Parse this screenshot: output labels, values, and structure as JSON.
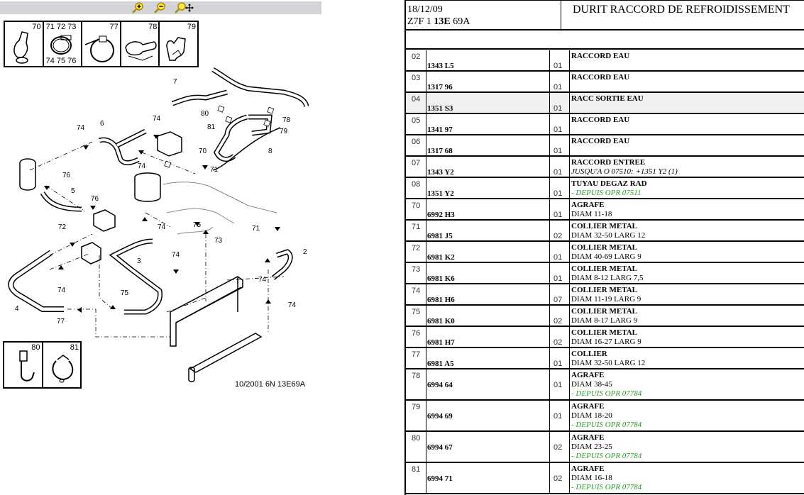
{
  "toolbar": {
    "zoom_in_icon": "zoom-in",
    "zoom_out_icon": "zoom-out",
    "zoom_pan_icon": "zoom-pan"
  },
  "legend_top": [
    {
      "nums_top": "70",
      "nums_bottom": ""
    },
    {
      "nums_top": "71  72  73",
      "nums_bottom": "74  75  76"
    },
    {
      "nums_top": "77",
      "nums_bottom": ""
    },
    {
      "nums_top": "78",
      "nums_bottom": ""
    },
    {
      "nums_top": "79",
      "nums_bottom": ""
    }
  ],
  "legend_bottom": [
    {
      "nums_top": "80"
    },
    {
      "nums_top": "81"
    }
  ],
  "diagram": {
    "caption": "10/2001   6N 13E69A",
    "callouts": [
      "7",
      "80",
      "81",
      "78",
      "79",
      "8",
      "6",
      "74",
      "74",
      "74",
      "70",
      "71",
      "76",
      "5",
      "76",
      "72",
      "74",
      "75",
      "73",
      "71",
      "2",
      "74",
      "3",
      "74",
      "75",
      "74",
      "4",
      "77"
    ]
  },
  "header": {
    "date": "18/12/09",
    "code_prefix": "Z7F 1 ",
    "code_bold": "13E",
    "code_suffix": " 69A",
    "title": "DURIT RACCORD DE REFROIDISSEMENT"
  },
  "colors": {
    "note_green": "#2a9a2a",
    "highlight_row": "#f0f0f0"
  },
  "parts": [
    {
      "num": "02",
      "ref": "1343 L5",
      "qty": "01",
      "title": "RACCORD EAU",
      "lines": []
    },
    {
      "num": "03",
      "ref": "1317 96",
      "qty": "01",
      "title": "RACCORD EAU",
      "lines": []
    },
    {
      "num": "04",
      "ref": "1351 S3",
      "qty": "01",
      "title": "RACC SORTIE EAU",
      "lines": [],
      "highlight": true
    },
    {
      "num": "05",
      "ref": "1341 97",
      "qty": "01",
      "title": "RACCORD EAU",
      "lines": []
    },
    {
      "num": "06",
      "ref": "1317 68",
      "qty": "01",
      "title": "RACCORD EAU",
      "lines": []
    },
    {
      "num": "07",
      "ref": "1343 Y2",
      "qty": "01",
      "title": "RACCORD ENTREE",
      "lines": [
        {
          "text": "JUSQU'A O 07510:  +1351 Y2 (1)",
          "style": "note"
        }
      ]
    },
    {
      "num": "08",
      "ref": "1351 Y2",
      "qty": "01",
      "title": "TUYAU DEGAZ RAD",
      "lines": [
        {
          "text": "- DEPUIS OPR 07511",
          "style": "green"
        }
      ]
    },
    {
      "num": "70",
      "ref": "6992 H3",
      "qty": "01",
      "title": "AGRAFE",
      "lines": [
        {
          "text": "DIAM 11-18",
          "style": "plain"
        }
      ]
    },
    {
      "num": "71",
      "ref": "6981 J5",
      "qty": "02",
      "title": "COLLIER METAL",
      "lines": [
        {
          "text": "DIAM 32-50 LARG 12",
          "style": "plain"
        }
      ]
    },
    {
      "num": "72",
      "ref": "6981 K2",
      "qty": "01",
      "title": "COLLIER METAL",
      "lines": [
        {
          "text": "DIAM 40-69 LARG 9",
          "style": "plain"
        }
      ]
    },
    {
      "num": "73",
      "ref": "6981 K6",
      "qty": "01",
      "title": "COLLIER METAL",
      "lines": [
        {
          "text": "DIAM 8-12 LARG 7,5",
          "style": "plain"
        }
      ]
    },
    {
      "num": "74",
      "ref": "6981 H6",
      "qty": "07",
      "title": "COLLIER METAL",
      "lines": [
        {
          "text": "DIAM 11-19 LARG 9",
          "style": "plain"
        }
      ]
    },
    {
      "num": "75",
      "ref": "6981 K0",
      "qty": "02",
      "title": "COLLIER METAL",
      "lines": [
        {
          "text": "DIAM 8-17 LARG 9",
          "style": "plain"
        }
      ]
    },
    {
      "num": "76",
      "ref": "6981 H7",
      "qty": "02",
      "title": "COLLIER METAL",
      "lines": [
        {
          "text": "DIAM 16-27 LARG 9",
          "style": "plain"
        }
      ]
    },
    {
      "num": "77",
      "ref": "6981 A5",
      "qty": "01",
      "title": "COLLIER",
      "lines": [
        {
          "text": "DIAM 32-50 LARG 12",
          "style": "plain"
        }
      ]
    },
    {
      "num": "78",
      "ref": "6994 64",
      "qty": "01",
      "title": "AGRAFE",
      "lines": [
        {
          "text": "DIAM 38-45",
          "style": "plain"
        },
        {
          "text": "- DEPUIS OPR 07784",
          "style": "green"
        }
      ]
    },
    {
      "num": "79",
      "ref": "6994 69",
      "qty": "01",
      "title": "AGRAFE",
      "lines": [
        {
          "text": "DIAM 18-20",
          "style": "plain"
        },
        {
          "text": "- DEPUIS OPR 07784",
          "style": "green"
        }
      ]
    },
    {
      "num": "80",
      "ref": "6994 67",
      "qty": "02",
      "title": "AGRAFE",
      "lines": [
        {
          "text": "DIAM 23-25",
          "style": "plain"
        },
        {
          "text": "- DEPUIS OPR 07784",
          "style": "green"
        }
      ]
    },
    {
      "num": "81",
      "ref": "6994 71",
      "qty": "02",
      "title": "AGRAFE",
      "lines": [
        {
          "text": "DIAM 16-18",
          "style": "plain"
        },
        {
          "text": "- DEPUIS OPR 07784",
          "style": "green"
        }
      ]
    }
  ]
}
